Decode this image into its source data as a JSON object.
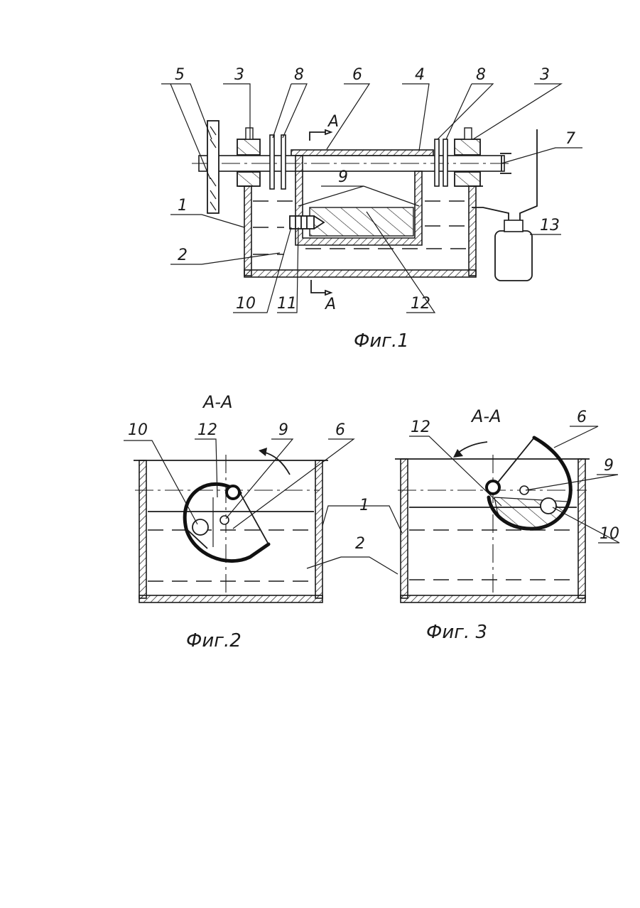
{
  "fig1": {
    "caption": "Фиг.1",
    "section_marker": "A",
    "labels": {
      "l5": "5",
      "l3a": "3",
      "l8a": "8",
      "l6": "6",
      "l4": "4",
      "l8b": "8",
      "l3b": "3",
      "l7": "7",
      "l9": "9",
      "l1": "1",
      "l2": "2",
      "l13": "13",
      "l10": "10",
      "l11": "11",
      "l12": "12"
    }
  },
  "fig2": {
    "caption": "Фиг.2",
    "section_title": "A-A",
    "labels": {
      "l10": "10",
      "l12": "12",
      "l9": "9",
      "l6": "6",
      "l1": "1",
      "l2": "2"
    }
  },
  "fig3": {
    "caption": "Фиг. 3",
    "section_title": "A-A",
    "labels": {
      "l12": "12",
      "l6": "6",
      "l9": "9",
      "l10": "10"
    }
  }
}
